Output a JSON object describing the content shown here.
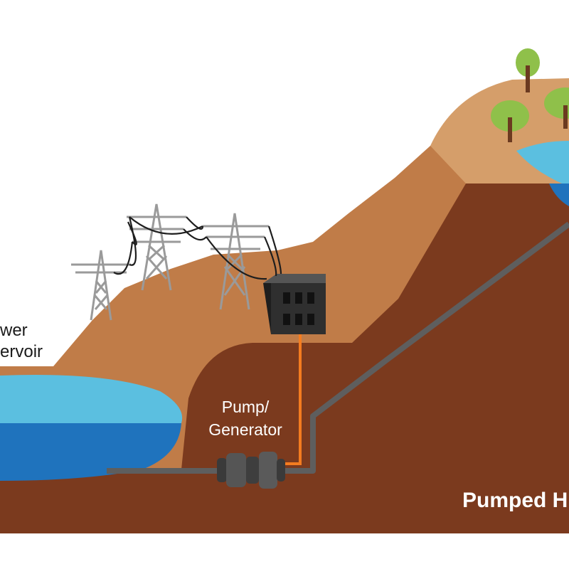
{
  "labels": {
    "reservoir_line1": "wer",
    "reservoir_line2": "ervoir",
    "pump_line1": "Pump/",
    "pump_line2": "Generator",
    "title": "Pumped H"
  },
  "colors": {
    "sky": "#ffffff",
    "surface_soil": "#c07c48",
    "plateau_soil": "#d59e6a",
    "deep_soil": "#7b3a1e",
    "water_light": "#5bbfe0",
    "water_dark": "#1f73bd",
    "pipe": "#5e5e5e",
    "cable": "#f47c20",
    "powerhouse": "#2f2f2f",
    "pylon": "#9a9a9a",
    "tree_canopy": "#8fc04a",
    "tree_trunk": "#6b3a20",
    "label_text": "#ffffff",
    "reservoir_label_text": "#1a1a1a"
  },
  "icons": {
    "powerhouse": "powerhouse-icon",
    "pylon": "transmission-tower-icon",
    "tree": "tree-icon",
    "turbine": "pump-generator-icon"
  }
}
